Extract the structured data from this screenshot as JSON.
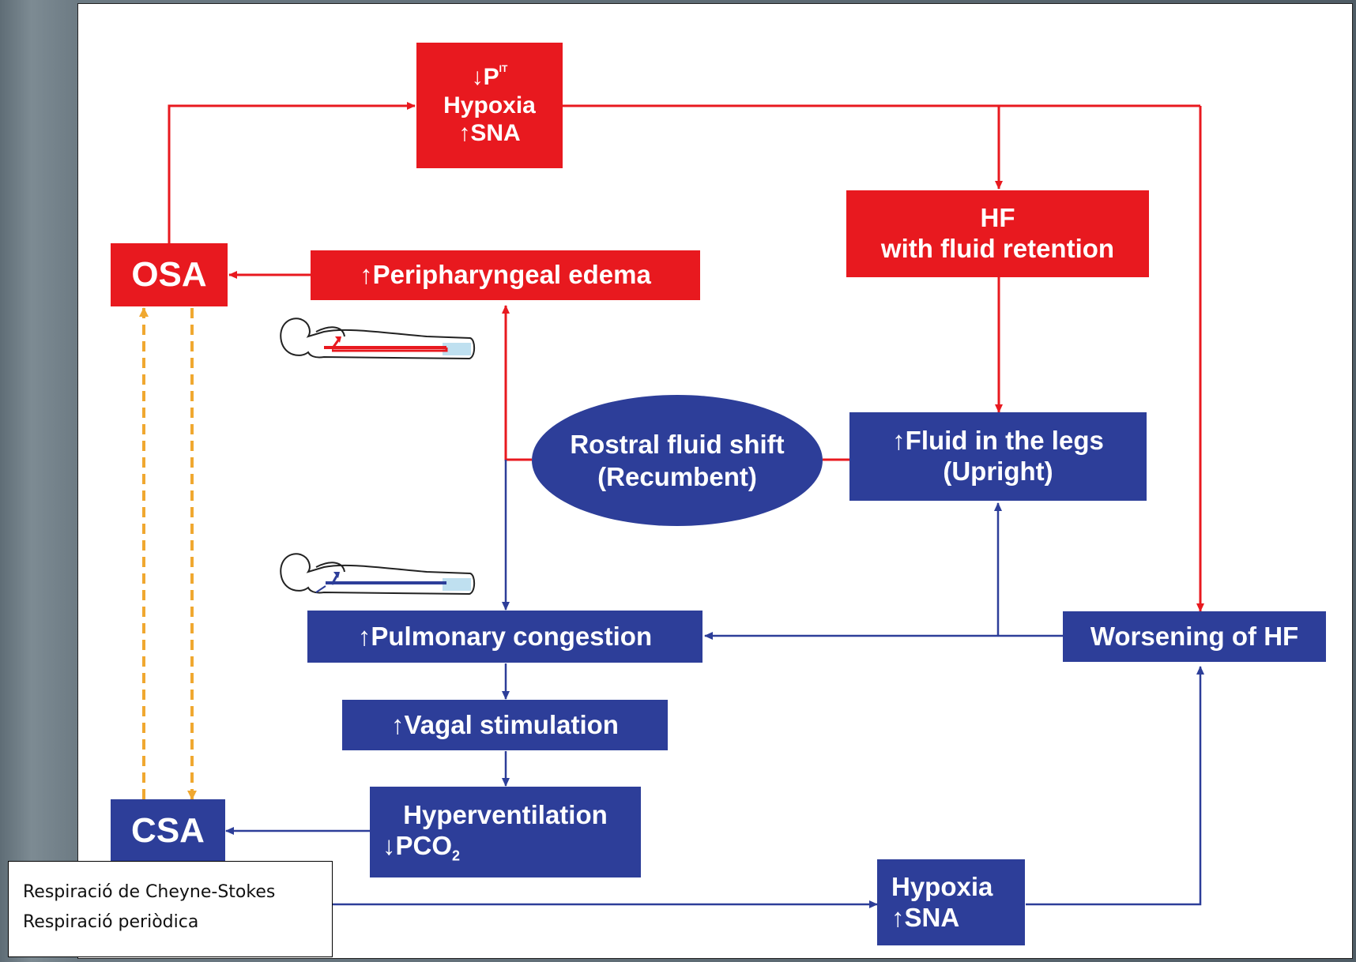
{
  "diagram": {
    "red_top": {
      "line1": "↓P",
      "line1_sub": "IT",
      "line2": "Hypoxia",
      "line3": "↑SNA"
    },
    "osa": "OSA",
    "peripharyngeal": "↑Peripharyngeal edema",
    "hf_retention": {
      "line1": "HF",
      "line2": "with fluid retention"
    },
    "rostral": {
      "line1": "Rostral fluid shift",
      "line2": "(Recumbent)"
    },
    "fluid_legs": {
      "line1": "↑Fluid in the legs",
      "line2": "(Upright)"
    },
    "pulmonary": "↑Pulmonary congestion",
    "worsening": "Worsening of HF",
    "vagal": "↑Vagal stimulation",
    "hyperventilation": {
      "line1": "Hyperventilation",
      "line2": "↓PCO",
      "line2_sub": "2"
    },
    "csa": "CSA",
    "hypoxia_bottom": {
      "line1": "Hypoxia",
      "line2": "↑SNA"
    },
    "note": {
      "line1": "Respiració de Cheyne-Stokes",
      "line2": "Respiració periòdica"
    }
  },
  "colors": {
    "red": "#e8191f",
    "blue": "#2d3e99",
    "dashed": "#f0a830",
    "background": "#ffffff"
  },
  "icons": [
    "recumbent-body-red-icon",
    "recumbent-body-blue-icon"
  ]
}
